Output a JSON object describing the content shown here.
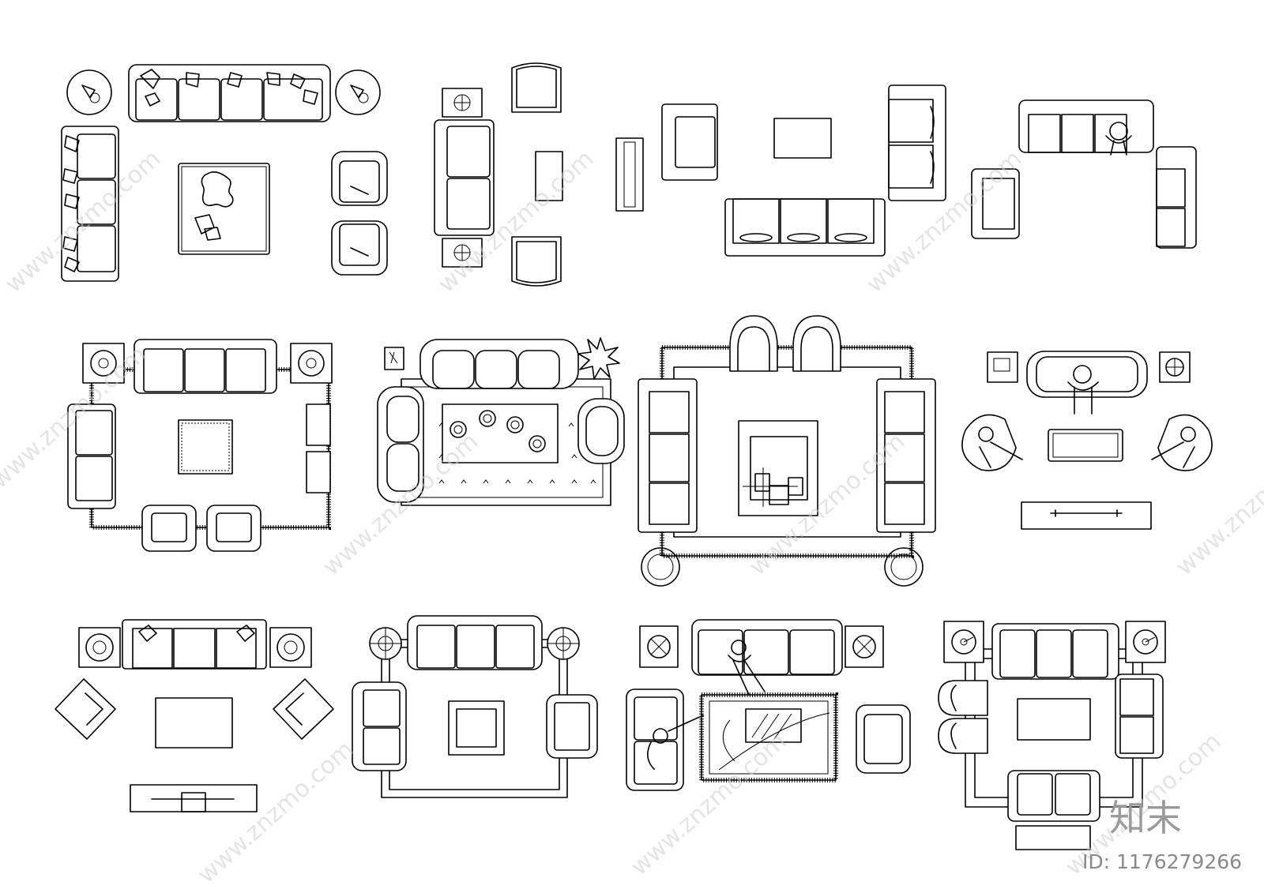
{
  "watermark": {
    "url_text": "www.znzmo.com",
    "logo_text": "知末",
    "id_text": "ID: 1176279266"
  },
  "plans": [
    {
      "name": "l-shaped-sofa-with-armchairs"
    },
    {
      "name": "sofa-with-two-chairs"
    },
    {
      "name": "sofa-set-with-tables"
    },
    {
      "name": "corner-sofa-set"
    },
    {
      "name": "rug-living-set"
    },
    {
      "name": "round-arm-sofa-set"
    },
    {
      "name": "large-rug-set-with-stools"
    },
    {
      "name": "sofa-set-with-people"
    },
    {
      "name": "sofa-with-diamond-chairs"
    },
    {
      "name": "chesterfield-set"
    },
    {
      "name": "sofa-set-with-seated-people"
    },
    {
      "name": "square-sofa-set"
    }
  ]
}
